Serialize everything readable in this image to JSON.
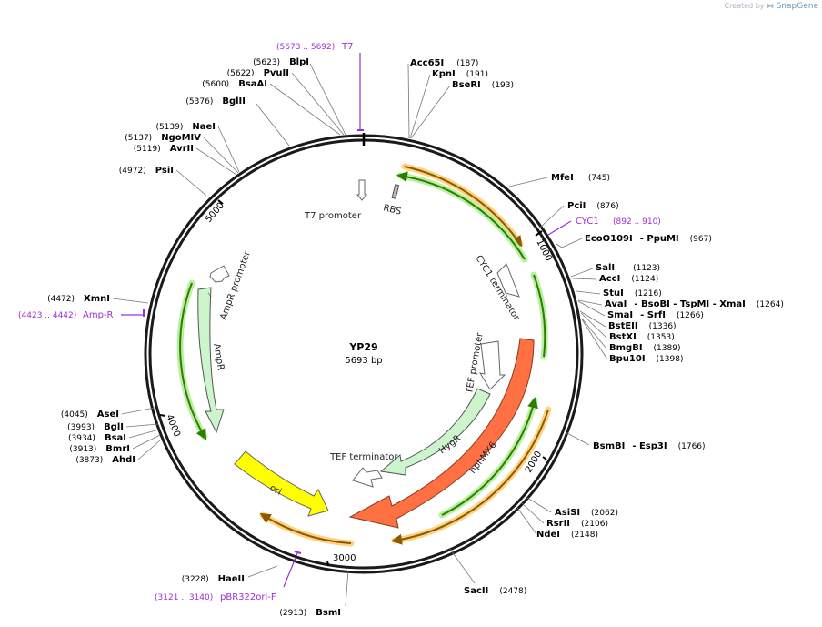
{
  "brand": {
    "created_by": "Created by",
    "app": "SnapGene"
  },
  "plasmid": {
    "name": "YP29",
    "length_label": "5693 bp"
  },
  "ticks": [
    "1000",
    "2000",
    "3000",
    "4000",
    "5000"
  ],
  "enzymes": [
    {
      "name": "Acc65I",
      "pos": "(187)"
    },
    {
      "name": "KpnI",
      "pos": "(191)"
    },
    {
      "name": "BseRI",
      "pos": "(193)"
    },
    {
      "name": "MfeI",
      "pos": "(745)"
    },
    {
      "name": "PciI",
      "pos": "(876)"
    },
    {
      "name": "EcoO109I",
      "extra": "- PpuMI",
      "pos": "(967)"
    },
    {
      "name": "SalI",
      "pos": "(1123)"
    },
    {
      "name": "AccI",
      "pos": "(1124)"
    },
    {
      "name": "StuI",
      "pos": "(1216)"
    },
    {
      "name": "AvaI",
      "extra": "- BsoBI  - TspMI  - XmaI",
      "pos": "(1264)"
    },
    {
      "name": "SmaI",
      "extra": "- SrfI",
      "pos": "(1266)"
    },
    {
      "name": "BstEII",
      "pos": "(1336)"
    },
    {
      "name": "BstXI",
      "pos": "(1353)"
    },
    {
      "name": "BmgBI",
      "pos": "(1389)"
    },
    {
      "name": "Bpu10I",
      "pos": "(1398)"
    },
    {
      "name": "BsmBI",
      "extra": "- Esp3I",
      "pos": "(1766)"
    },
    {
      "name": "AsiSI",
      "pos": "(2062)"
    },
    {
      "name": "RsrII",
      "pos": "(2106)"
    },
    {
      "name": "NdeI",
      "pos": "(2148)"
    },
    {
      "name": "SacII",
      "pos": "(2478)"
    },
    {
      "name": "BsmI",
      "pos": "(2913)"
    },
    {
      "name": "HaeII",
      "pos": "(3228)"
    },
    {
      "name": "AhdI",
      "pos": "(3873)"
    },
    {
      "name": "BmrI",
      "pos": "(3913)"
    },
    {
      "name": "BsaI",
      "pos": "(3934)"
    },
    {
      "name": "BglI",
      "pos": "(3993)"
    },
    {
      "name": "AseI",
      "pos": "(4045)"
    },
    {
      "name": "XmnI",
      "pos": "(4472)"
    },
    {
      "name": "PsiI",
      "pos": "(4972)"
    },
    {
      "name": "AvrII",
      "pos": "(5119)"
    },
    {
      "name": "NgoMIV",
      "pos": "(5137)"
    },
    {
      "name": "NaeI",
      "pos": "(5139)"
    },
    {
      "name": "BglII",
      "pos": "(5376)"
    },
    {
      "name": "BsaAI",
      "pos": "(5600)"
    },
    {
      "name": "PvuII",
      "pos": "(5622)"
    },
    {
      "name": "BlpI",
      "pos": "(5623)"
    }
  ],
  "primers": [
    {
      "name": "T7",
      "range": "(5673 .. 5692)"
    },
    {
      "name": "CYC1",
      "range": "(892 .. 910)"
    },
    {
      "name": "Amp-R",
      "range": "(4423 .. 4442)"
    },
    {
      "name": "pBR322ori-F",
      "range": "(3121 .. 3140)"
    }
  ],
  "features": {
    "t7_promoter": "T7 promoter",
    "rbs": "RBS",
    "cyc1_terminator": "CYC1 terminator",
    "tef_promoter": "TEF promoter",
    "hygr": "HygR",
    "hphmx6": "hphMX6",
    "tef_terminator": "TEF terminator",
    "ori": "ori",
    "ampr_promoter": "AmpR promoter",
    "ampr": "AmpR"
  },
  "colors": {
    "backbone": "#1a1a1a",
    "primer": "#9b30d9",
    "ori": "#ffff00",
    "hphmx6": "#ff7043",
    "cds": "#ccf5cc",
    "orf_arrow": "#2e7d00",
    "orf_glow": "#b8f0a0",
    "rev_arrow": "#8a5a00",
    "rev_glow": "#ffd27f"
  }
}
